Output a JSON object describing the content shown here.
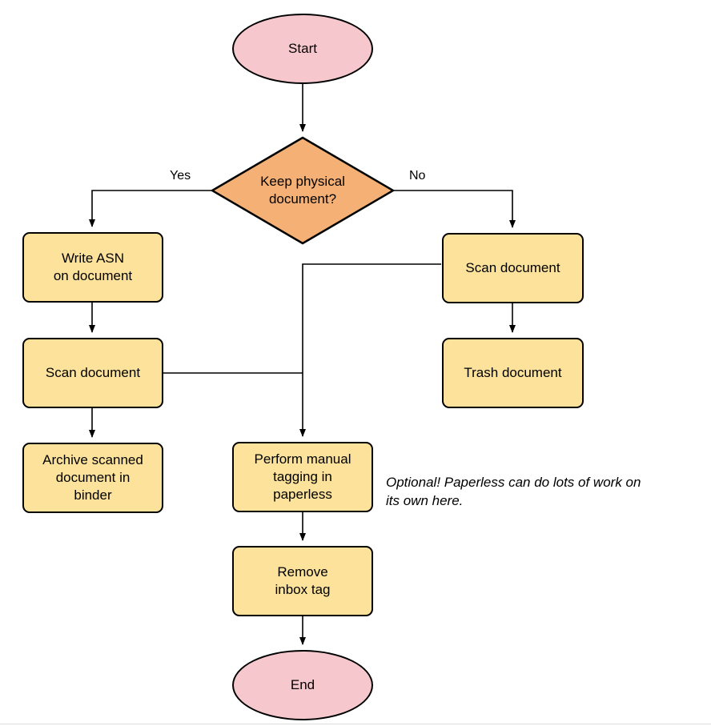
{
  "nodes": {
    "start": {
      "label": "Start",
      "type": "terminal"
    },
    "decision": {
      "label": "Keep physical\ndocument?",
      "type": "decision"
    },
    "write_asn": {
      "label": "Write ASN\non document",
      "type": "process"
    },
    "scan_left": {
      "label": "Scan document",
      "type": "process"
    },
    "archive": {
      "label": "Archive scanned\ndocument in\nbinder",
      "type": "process"
    },
    "scan_right": {
      "label": "Scan document",
      "type": "process"
    },
    "trash": {
      "label": "Trash document",
      "type": "process"
    },
    "tagging": {
      "label": "Perform manual\ntagging in\npaperless",
      "type": "process"
    },
    "remove_inbox": {
      "label": "Remove\ninbox tag",
      "type": "process"
    },
    "end": {
      "label": "End",
      "type": "terminal"
    }
  },
  "edge_labels": {
    "yes": "Yes",
    "no": "No"
  },
  "annotation": {
    "text": "Optional! Paperless can do lots of work on\nits own here."
  },
  "colors": {
    "terminal_fill": "#F6C8CD",
    "decision_fill": "#F5B175",
    "process_fill": "#FDE29B",
    "stroke": "#000000"
  }
}
